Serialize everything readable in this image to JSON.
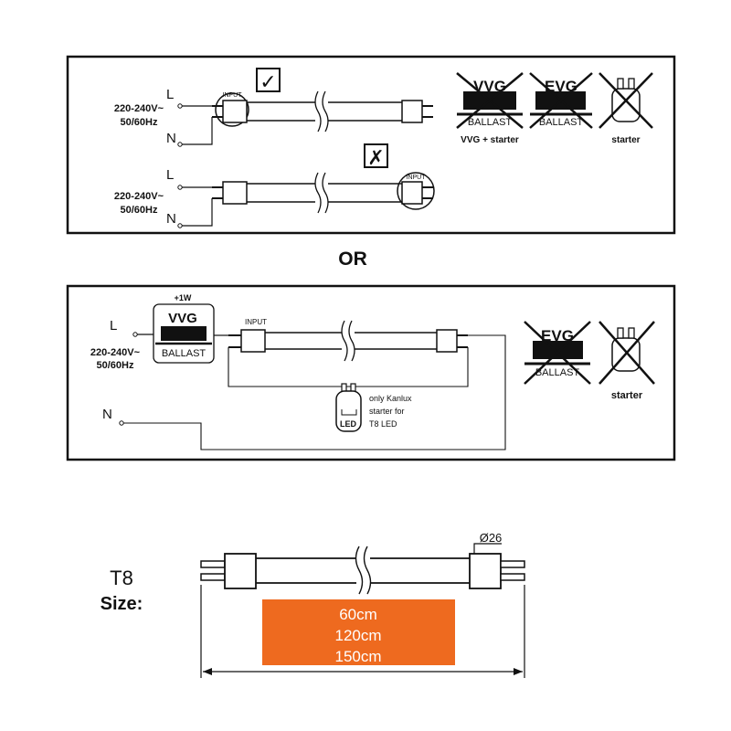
{
  "top_panel": {
    "mains_voltage": "220-240V~",
    "mains_frequency": "50/60Hz",
    "label_L": "L",
    "label_N": "N",
    "input_label": "INPUT",
    "correct_mark": "✓",
    "wrong_mark": "✗",
    "vvg_label": "VVG",
    "evg_label": "EVG",
    "ballast_label": "BALLAST",
    "vvg_caption": "VVG + starter",
    "starter_caption": "starter"
  },
  "separator": {
    "text": "OR"
  },
  "bottom_panel": {
    "ballast_power": "+1W",
    "vvg_label": "VVG",
    "ballast_label": "BALLAST",
    "mains_voltage": "220-240V~",
    "mains_frequency": "50/60Hz",
    "label_L": "L",
    "label_N": "N",
    "input_label": "INPUT",
    "starter_note_line1": "only Kanlux",
    "starter_note_line2": "starter for",
    "starter_note_line3": "T8 LED",
    "starter_led_label": "LED",
    "evg_label": "EVG",
    "evg_ballast_label": "BALLAST",
    "starter_caption": "starter"
  },
  "size_section": {
    "tube_type": "T8",
    "size_label": "Size:",
    "diameter": "Ø26",
    "lengths": [
      "60cm",
      "120cm",
      "150cm"
    ],
    "length_box_color": "#ee6a1f"
  }
}
